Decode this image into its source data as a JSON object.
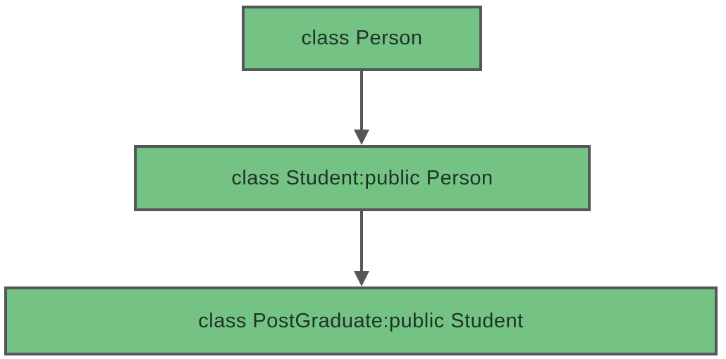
{
  "diagram": {
    "type": "inheritance-hierarchy",
    "nodes": [
      {
        "id": "person",
        "label": "class Person"
      },
      {
        "id": "student",
        "label": "class Student:public Person"
      },
      {
        "id": "postgraduate",
        "label": "class PostGraduate:public Student"
      }
    ],
    "edges": [
      {
        "from": "person",
        "to": "student",
        "style": "solid-arrow-down"
      },
      {
        "from": "student",
        "to": "postgraduate",
        "style": "solid-arrow-down"
      }
    ]
  },
  "colors": {
    "node-fill": "#74c384",
    "node-border": "#54565a",
    "arrow-color": "#54565a",
    "node-text": "#1e3226",
    "canvas-bg": "#ffffff"
  }
}
